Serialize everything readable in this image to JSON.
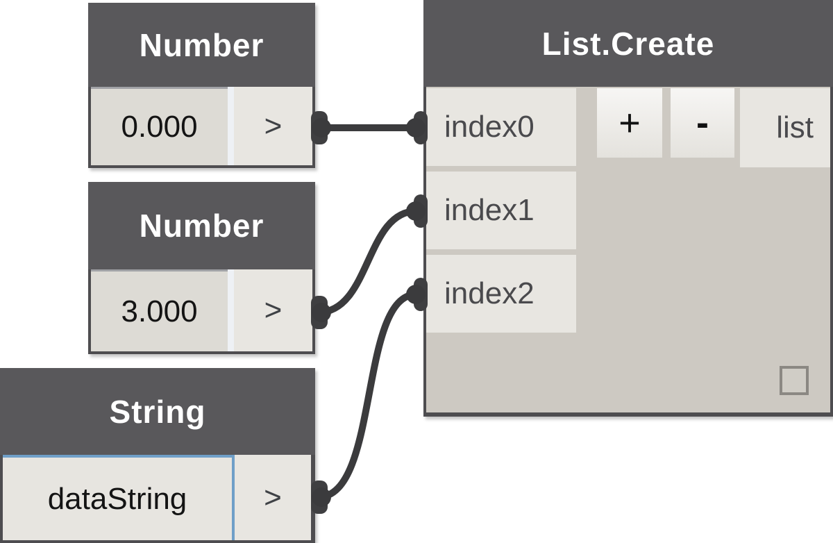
{
  "workspace": {
    "background_color": "#ffffff",
    "node_header_color": "#59585b",
    "node_frame_color": "#4e4d50",
    "wire_color": "#3b3b3d",
    "port_block_color": "#e8e6e1",
    "list_body_color": "#cdc9c2",
    "focus_border_color": "#6f9fc8"
  },
  "nodes": {
    "number1": {
      "title": "Number",
      "value": "0.000",
      "output_label": ">"
    },
    "number2": {
      "title": "Number",
      "value": "3.000",
      "output_label": ">"
    },
    "string1": {
      "title": "String",
      "value": "dataString",
      "output_label": ">"
    },
    "list_create": {
      "title": "List.Create",
      "inputs": [
        "index0",
        "index1",
        "index2"
      ],
      "add_label": "+",
      "remove_label": "-",
      "output_label": "list"
    }
  },
  "wires": [
    {
      "from": "number1.output",
      "to": "list_create.index0"
    },
    {
      "from": "number2.output",
      "to": "list_create.index1"
    },
    {
      "from": "string1.output",
      "to": "list_create.index2"
    }
  ]
}
